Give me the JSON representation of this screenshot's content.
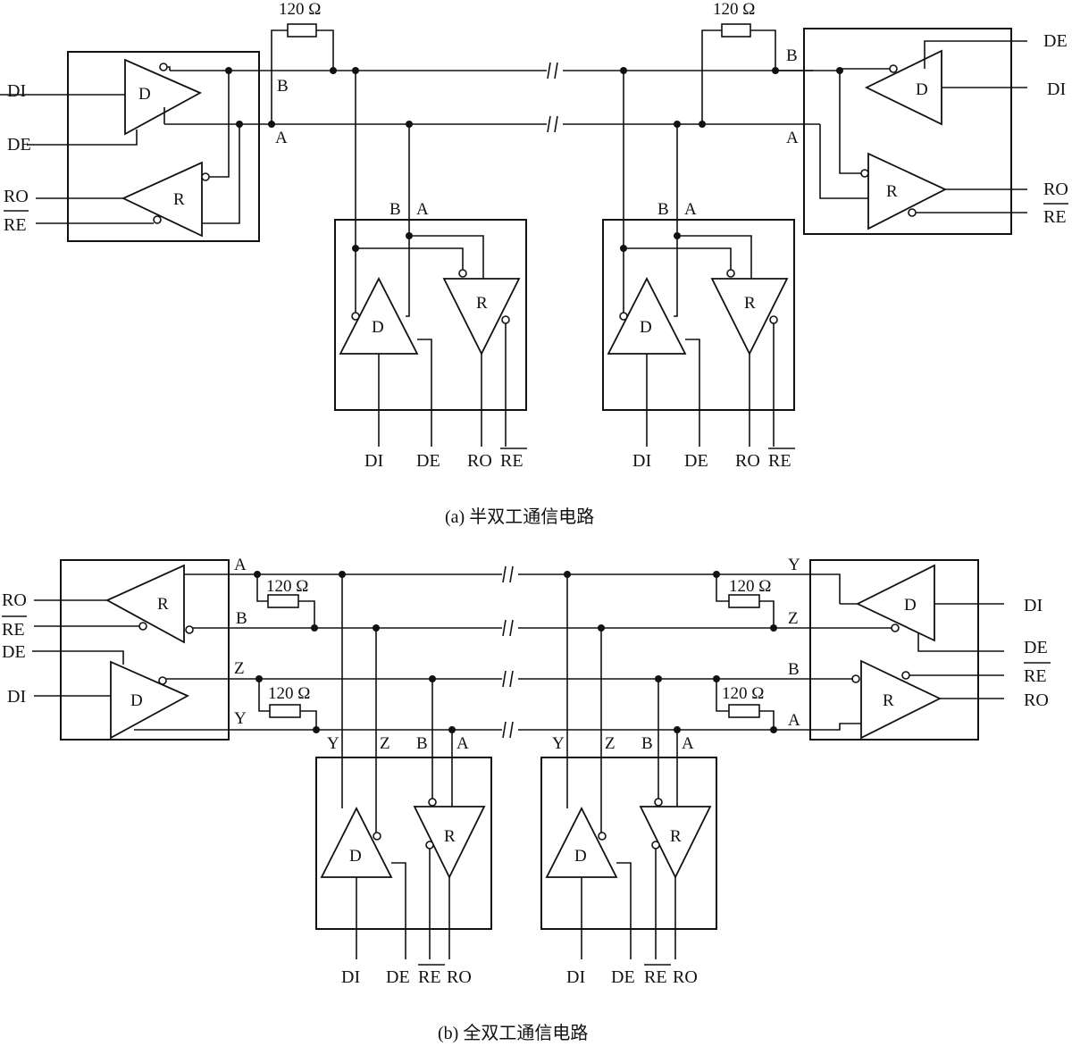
{
  "half_duplex": {
    "caption": "(a) 半双工通信电路",
    "resistor_label": "120 Ω",
    "nodes": [
      {
        "side": "left",
        "driver": "D",
        "receiver": "R",
        "pins": [
          "DI",
          "DE",
          "RO",
          "RE"
        ],
        "bus_pins": [
          "B",
          "A"
        ]
      },
      {
        "side": "right",
        "driver": "D",
        "receiver": "R",
        "pins": [
          "DE",
          "DI",
          "RO",
          "RE"
        ],
        "bus_pins": [
          "B",
          "A"
        ]
      },
      {
        "side": "mid-1",
        "driver": "D",
        "receiver": "R",
        "pins": [
          "DI",
          "DE",
          "RO",
          "RE"
        ],
        "bus_pins": [
          "B",
          "A"
        ]
      },
      {
        "side": "mid-2",
        "driver": "D",
        "receiver": "R",
        "pins": [
          "DI",
          "DE",
          "RO",
          "RE"
        ],
        "bus_pins": [
          "B",
          "A"
        ]
      }
    ]
  },
  "full_duplex": {
    "caption": "(b) 全双工通信电路",
    "resistor_label": "120 Ω",
    "nodes": [
      {
        "side": "left",
        "driver": "D",
        "receiver": "R",
        "pins": [
          "RO",
          "RE",
          "DE",
          "DI"
        ],
        "bus_pins": [
          "A",
          "B",
          "Z",
          "Y"
        ]
      },
      {
        "side": "right",
        "driver": "D",
        "receiver": "R",
        "pins": [
          "DI",
          "DE",
          "RE",
          "RO"
        ],
        "bus_pins": [
          "Y",
          "Z",
          "B",
          "A"
        ]
      },
      {
        "side": "mid-1",
        "driver": "D",
        "receiver": "R",
        "pins": [
          "DI",
          "DE",
          "RE",
          "RO"
        ],
        "bus_pins": [
          "Y",
          "Z",
          "B",
          "A"
        ]
      },
      {
        "side": "mid-2",
        "driver": "D",
        "receiver": "R",
        "pins": [
          "DI",
          "DE",
          "RE",
          "RO"
        ],
        "bus_pins": [
          "Y",
          "Z",
          "B",
          "A"
        ]
      }
    ]
  },
  "labels": {
    "D": "D",
    "R": "R",
    "A": "A",
    "B": "B",
    "Y": "Y",
    "Z": "Z",
    "DI": "DI",
    "DE": "DE",
    "RO": "RO",
    "RE": "RE"
  }
}
